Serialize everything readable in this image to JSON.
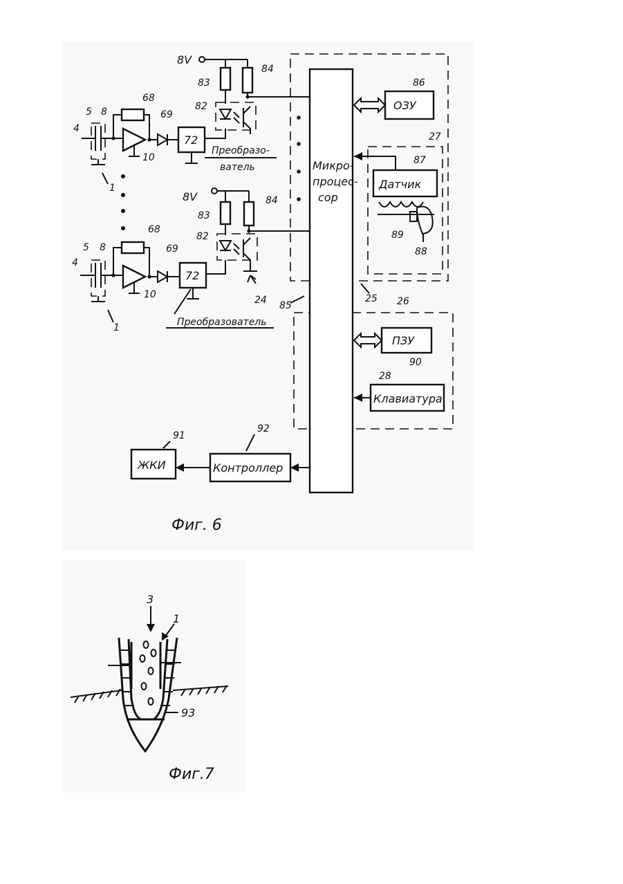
{
  "figure6": {
    "caption": "Фиг. 6",
    "supply_top": "8V",
    "supply_bottom": "8V",
    "microprocessor_line1": "Микро-",
    "microprocessor_line2": "процес-",
    "microprocessor_line3": "сор",
    "ozu": "ОЗУ",
    "sensor": "Датчик",
    "pzu": "ПЗУ",
    "keyboard": "Клавиатура",
    "controller": "Контроллер",
    "lcd": "ЖКИ",
    "converter_top_line1": "Преобразо-",
    "converter_top_line2": "ватель",
    "converter_bottom": "Преобразователь",
    "block_72_top": "72",
    "block_72_bottom": "72",
    "refs": {
      "r4a": "4",
      "r5a": "5",
      "r8a": "8",
      "r10a": "10",
      "r1a": "1",
      "r68a": "68",
      "r69a": "69",
      "r83a": "83",
      "r84a": "84",
      "r82a": "82",
      "r4b": "4",
      "r5b": "5",
      "r8b": "8",
      "r10b": "10",
      "r1b": "1",
      "r68b": "68",
      "r69b": "69",
      "r83b": "83",
      "r84b": "84",
      "r82b": "82",
      "r24": "24",
      "r85": "85",
      "r25": "25",
      "r26": "26",
      "r27": "27",
      "r86": "86",
      "r87": "87",
      "r88": "88",
      "r89": "89",
      "r90": "90",
      "r28": "28",
      "r91": "91",
      "r92": "92"
    }
  },
  "figure7": {
    "caption": "Фиг.7",
    "ref3": "3",
    "ref1": "1",
    "ref93": "93"
  }
}
